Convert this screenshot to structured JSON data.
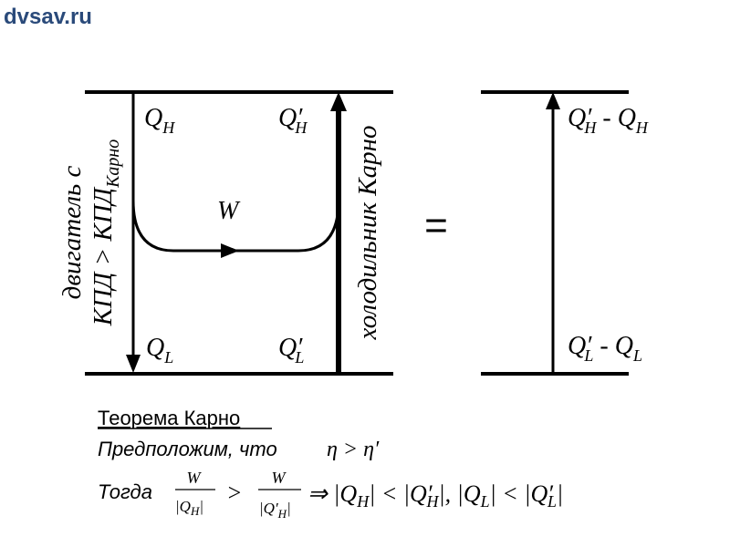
{
  "logo": "dvsav.ru",
  "diagram": {
    "engine_label_line1": "двигатель с",
    "engine_label_line2": "КПД > КПД",
    "engine_label_sub": "Карно",
    "fridge_label": "холодильник Карно",
    "QH": {
      "main": "Q",
      "sub": "H"
    },
    "QHp": {
      "main": "Q′",
      "sub": "H"
    },
    "QL": {
      "main": "Q",
      "sub": "L"
    },
    "QLp": {
      "main": "Q′",
      "sub": "L"
    },
    "W": "W",
    "equals": "=",
    "net_top": {
      "a": "Q′",
      "a_sub": "H",
      "op": " - ",
      "b": "Q",
      "b_sub": "H"
    },
    "net_bottom": {
      "a": "Q′",
      "a_sub": "L",
      "op": " - ",
      "b": "Q",
      "b_sub": "L"
    }
  },
  "theorem": {
    "title": "Теорема Карно",
    "line2_text": "Предположим, что",
    "line2_math": "η > η′",
    "line3_text": "Тогда",
    "frac1_num": "W",
    "frac1_den": "|Q",
    "frac1_den_sub": "H",
    "frac1_den_end": "|",
    "gt": ">",
    "frac2_num": "W",
    "frac2_den": "|Q′",
    "frac2_den_sub": "H",
    "frac2_den_end": "|",
    "implies": "⇒ |Q",
    "r1_sub": "H",
    "r2": "| < |Q′",
    "r2_sub": "H",
    "r3": "|, |Q",
    "r3_sub": "L",
    "r4": "| < |Q′",
    "r4_sub": "L",
    "r5": "|"
  }
}
